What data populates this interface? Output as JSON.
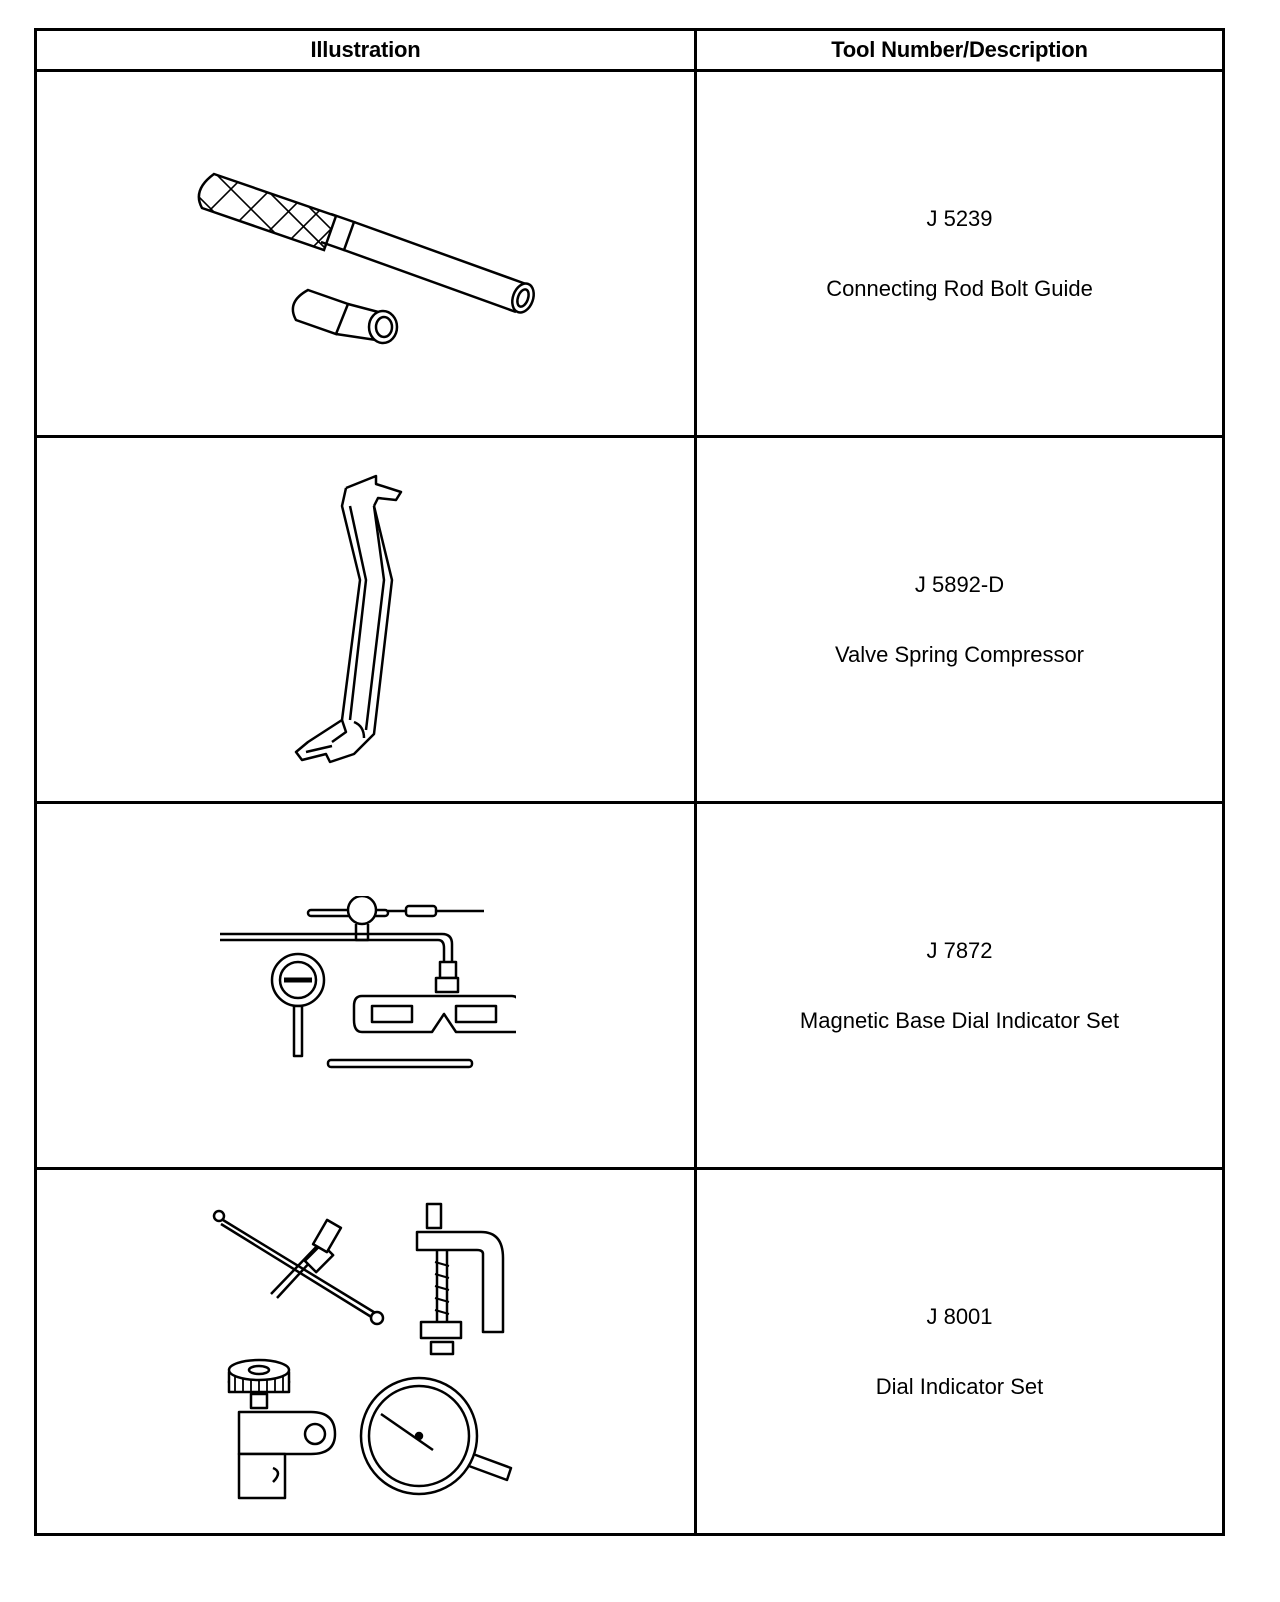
{
  "table": {
    "headers": [
      "Illustration",
      "Tool Number/Description"
    ],
    "rows": [
      {
        "tool_number": "J 5239",
        "description": "Connecting Rod Bolt Guide",
        "icon": "connecting-rod-bolt-guide-icon"
      },
      {
        "tool_number": "J 5892-D",
        "description": "Valve Spring Compressor",
        "icon": "valve-spring-compressor-icon"
      },
      {
        "tool_number": "J 7872",
        "description": "Magnetic Base Dial Indicator Set",
        "icon": "magnetic-base-dial-indicator-icon"
      },
      {
        "tool_number": "J 8001",
        "description": "Dial Indicator Set",
        "icon": "dial-indicator-set-icon"
      }
    ]
  }
}
